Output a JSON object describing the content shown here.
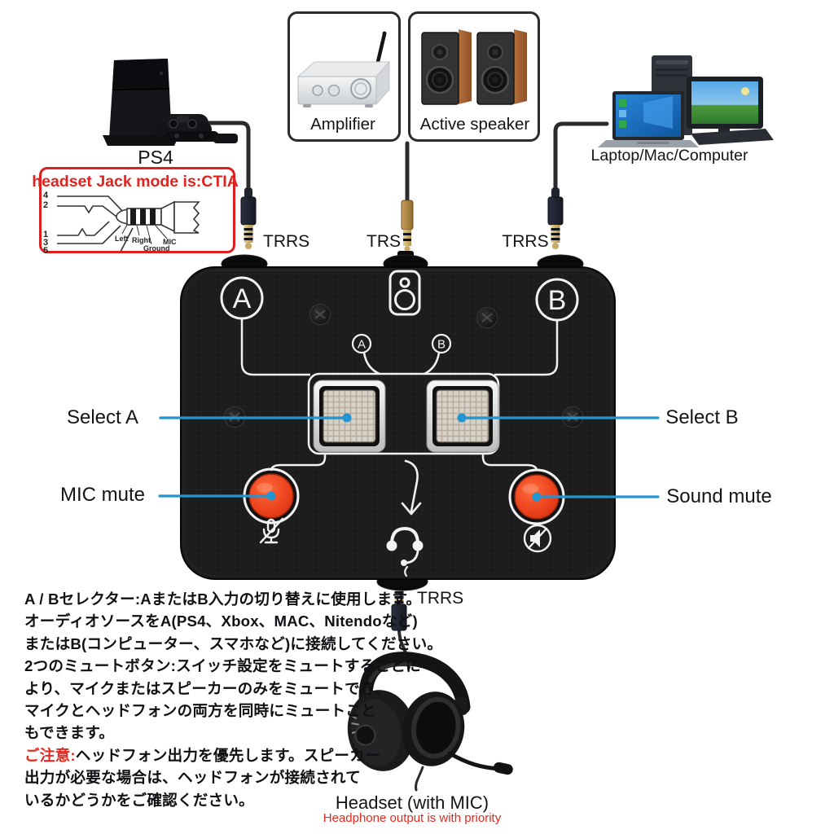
{
  "colors": {
    "annotation_blue": "#2395d3",
    "accent_red": "#e02420",
    "device_black": "#1d1d1d",
    "button_red": "#e8431f"
  },
  "sources": {
    "ps4": {
      "label": "PS4"
    },
    "amplifier": {
      "label": "Amplifier"
    },
    "active_speaker": {
      "label": "Active speaker"
    },
    "computer": {
      "label": "Laptop/Mac/Computer"
    }
  },
  "jack_info_box": {
    "title": "headset Jack mode is:CTIA",
    "pins_top": [
      "4",
      "2"
    ],
    "pins_bottom": [
      "1",
      "3",
      "5"
    ],
    "contacts": [
      "Left",
      "Right",
      "Ground",
      "MIC"
    ]
  },
  "connectors": {
    "ps4_plug": "TRRS",
    "amp_speaker_plug": "TRS",
    "computer_plug": "TRRS",
    "headset_plug": "TRRS"
  },
  "switcher": {
    "input_a_badge": "A",
    "input_b_badge": "B",
    "button_a_badge": "A",
    "button_b_badge": "B",
    "annotations": {
      "select_a": "Select A",
      "select_b": "Select B",
      "mic_mute": "MIC mute",
      "sound_mute": "Sound mute"
    }
  },
  "headset": {
    "label": "Headset (with MIC)",
    "note": "Headphone output is with priority"
  },
  "description": {
    "lines": [
      {
        "text": "A / Bセレクター:AまたはB入力の切り替えに使用します。"
      },
      {
        "text": "オーディオソースをA(PS4、Xbox、MAC、Nitendoなど)"
      },
      {
        "text": "またはB(コンピューター、スマホなど)に接続してください。"
      },
      {
        "text": "2つのミュートボタン:スイッチ設定をミュートすることに"
      },
      {
        "text": "より、マイクまたはスピーカーのみをミュートでき、"
      },
      {
        "text": "マイクとヘッドフォンの両方を同時にミュートこと"
      },
      {
        "text": "もできます。"
      },
      {
        "prefix": "ご注意:",
        "text": "ヘッドフォン出力を優先します。スピーカー"
      },
      {
        "text": "出力が必要な場合は、ヘッドフォンが接続されて"
      },
      {
        "text": "いるかどうかをご確認ください。"
      }
    ]
  }
}
